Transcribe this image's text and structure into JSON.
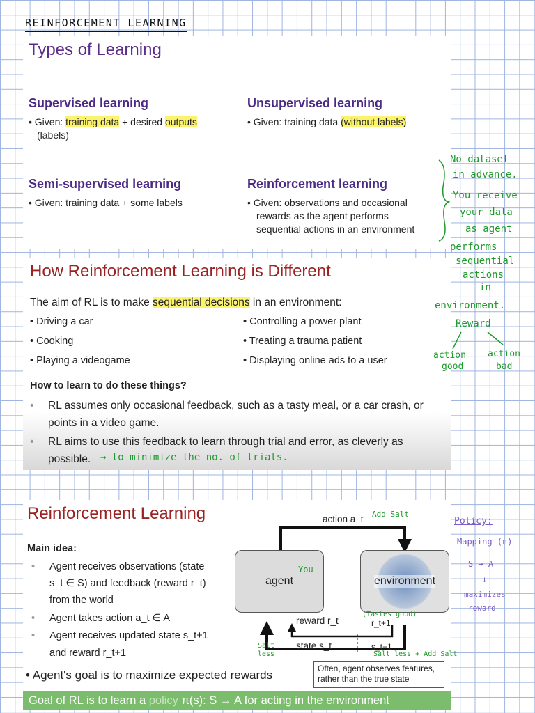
{
  "header_handwritten": "REINFORCEMENT   LEARNING",
  "slide1": {
    "title": "Types of Learning",
    "supervised": {
      "heading": "Supervised learning",
      "line1_a": "• Given: ",
      "line1_hl1": "training data",
      "line1_b": " + desired ",
      "line1_hl2": "outputs",
      "line2": "(labels)"
    },
    "unsupervised": {
      "heading": "Unsupervised learning",
      "line1_a": "• Given: training data ",
      "line1_hl": "(without labels)"
    },
    "semi": {
      "heading": "Semi-supervised learning",
      "line1": "• Given: training data + some labels"
    },
    "reinforcement": {
      "heading": "Reinforcement learning",
      "line1": "• Given: observations and occasional",
      "line2": "rewards as the agent performs",
      "line3": "sequential actions in an environment"
    }
  },
  "slide2": {
    "title": "How Reinforcement Learning is Different",
    "aim_a": "The aim of RL is to make ",
    "aim_hl": "sequential decisions",
    "aim_b": " in an environment:",
    "left_items": [
      "•  Driving a car",
      "•  Cooking",
      "•  Playing a videogame"
    ],
    "right_items": [
      "•  Controlling a power plant",
      "•  Treating a trauma patient",
      "•  Displaying online ads to a user"
    ],
    "subheading": "How to learn to do these things?",
    "bullet1_a": "RL assumes only occasional feedback, such as a tasty meal, or a car crash, or",
    "bullet1_b": "points in a video game.",
    "bullet2_a": "RL aims to use this feedback to learn through trial and error, as cleverly as",
    "bullet2_b": "possible."
  },
  "slide3": {
    "title": "Reinforcement Learning",
    "main_idea": "Main idea:",
    "b1_l1": "Agent receives observations (state",
    "b1_l2": "s_t ∈ S) and feedback (reward r_t)",
    "b1_l3": "from the world",
    "b2": "Agent takes action a_t ∈ A",
    "b3_l1": "Agent receives updated state s_t+1",
    "b3_l2": "and reward r_t+1",
    "goal": "• Agent's goal is to maximize expected rewards",
    "action_label": "action a_t",
    "agent_label": "agent",
    "environment_label": "environment",
    "reward_label": "reward r_t",
    "r_next": "r_t+1",
    "state_label": "state s_t",
    "s_next": "s_t+1",
    "note": "Often, agent observes features, rather than the true state",
    "bar_a": "Goal of RL is to learn a ",
    "bar_faint": "policy",
    "bar_b": " π(s): S → A for acting in the environment"
  },
  "handwritten_notes": {
    "n1": [
      "No dataset",
      "in advance.",
      "You receive",
      "your data",
      "as agent",
      "performs",
      "sequential",
      "actions",
      "in",
      "environment."
    ],
    "reward": "Reward",
    "good": [
      "action",
      "good"
    ],
    "bad": [
      "action",
      "bad"
    ],
    "minimize": "→ to minimize the no. of trials.",
    "add_salt": "Add Salt",
    "you": "You",
    "salt_less": [
      "Salt",
      "less"
    ],
    "tastes_good": "(Tastes good)",
    "salt_add": "Salt less + Add Salt",
    "policy": [
      "Policy:",
      "Mapping (π)",
      "S → A",
      "↓",
      "maximizes",
      "reward"
    ]
  }
}
